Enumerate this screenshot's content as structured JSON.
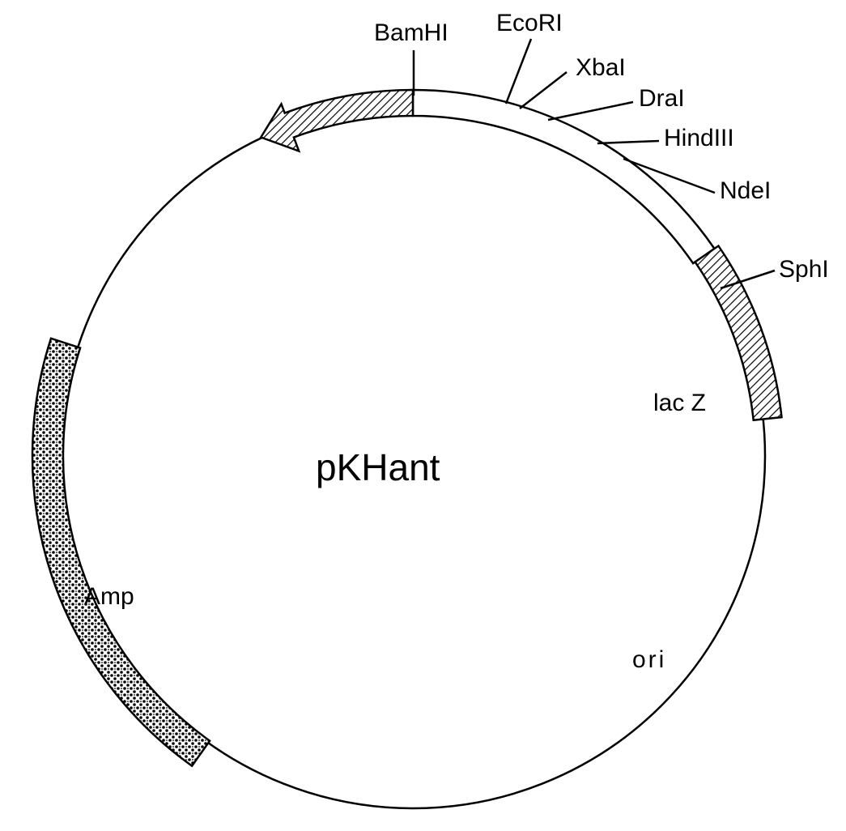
{
  "plasmid": {
    "name": "pKHant"
  },
  "restriction_sites": [
    {
      "id": "bamhi",
      "label": "BamHI"
    },
    {
      "id": "ecori",
      "label": "EcoRI"
    },
    {
      "id": "xbai",
      "label": "XbaI"
    },
    {
      "id": "drai",
      "label": "DraI"
    },
    {
      "id": "hindiii",
      "label": "HindIII"
    },
    {
      "id": "ndei",
      "label": "NdeI"
    },
    {
      "id": "sphi",
      "label": "SphI"
    }
  ],
  "features": {
    "lacz": {
      "label": "lac Z",
      "pattern": "diagonal-hatch"
    },
    "amp": {
      "label": "Amp",
      "pattern": "stipple"
    },
    "ori": {
      "label": "ori"
    },
    "insert": {
      "pattern": "diagonal-hatch",
      "direction": "counterclockwise"
    },
    "mcs": {
      "pattern": "open"
    }
  }
}
